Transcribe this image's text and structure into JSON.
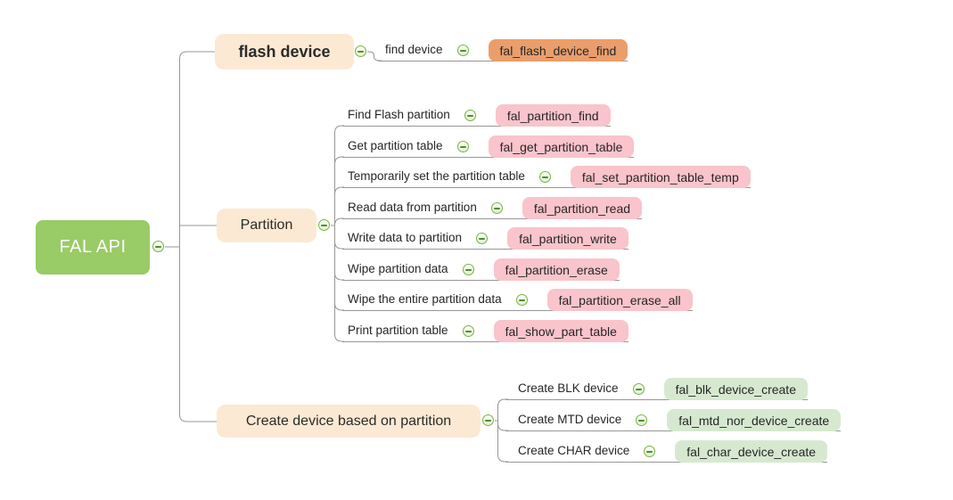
{
  "root": {
    "label": "FAL API"
  },
  "branches": [
    {
      "label": "flash device",
      "children": [
        {
          "label": "find device",
          "func": "fal_flash_device_find"
        }
      ]
    },
    {
      "label": "Partition",
      "children": [
        {
          "label": "Find Flash partition",
          "func": "fal_partition_find"
        },
        {
          "label": "Get partition table",
          "func": "fal_get_partition_table"
        },
        {
          "label": "Temporarily set the partition table",
          "func": "fal_set_partition_table_temp"
        },
        {
          "label": "Read data from partition",
          "func": "fal_partition_read"
        },
        {
          "label": "Write data to partition",
          "func": "fal_partition_write"
        },
        {
          "label": "Wipe partition data",
          "func": "fal_partition_erase"
        },
        {
          "label": "Wipe the entire partition data",
          "func": "fal_partition_erase_all"
        },
        {
          "label": "Print partition table",
          "func": "fal_show_part_table"
        }
      ]
    },
    {
      "label": "Create device based on partition",
      "children": [
        {
          "label": "Create BLK device",
          "func": "fal_blk_device_create"
        },
        {
          "label": "Create MTD device",
          "func": "fal_mtd_nor_device_create"
        },
        {
          "label": "Create CHAR device",
          "func": "fal_char_device_create"
        }
      ]
    }
  ],
  "colors": {
    "root_bg": "#99CB66",
    "branch_bg": "#FBE9D3",
    "func_orange": "#EA9E6B",
    "func_pink": "#F9C4CB",
    "func_green": "#D6E9D0",
    "connector_line": "#979797",
    "collapse_ring": "#79B344"
  }
}
